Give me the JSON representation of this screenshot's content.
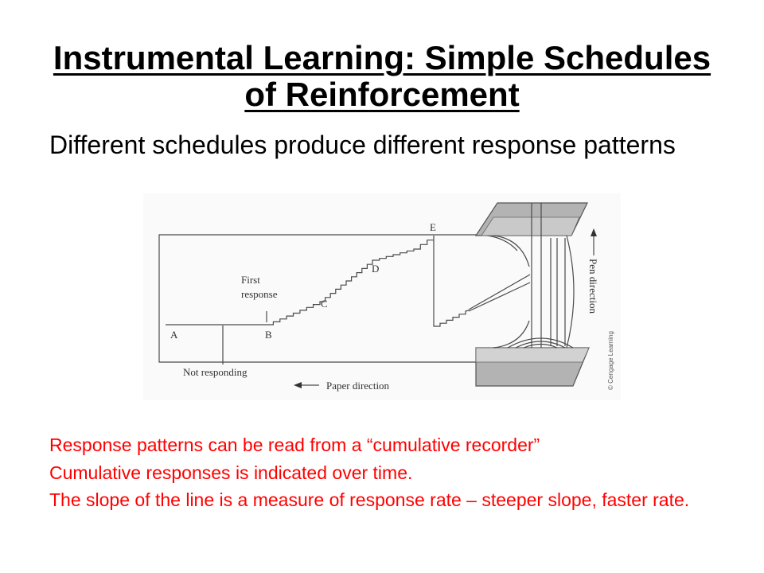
{
  "slide": {
    "title": "Instrumental Learning: Simple Schedules of Reinforcement",
    "subtitle": "Different schedules produce different response patterns",
    "notes": [
      "Response patterns can be read from a “cumulative recorder”",
      "Cumulative responses is indicated over time.",
      "The slope of the line is a measure of response rate – steeper slope, faster rate."
    ]
  },
  "figure": {
    "point_labels": {
      "a": "A",
      "b": "B",
      "c": "C",
      "d": "D",
      "e": "E"
    },
    "first_response": [
      "First",
      "response"
    ],
    "not_responding": "Not responding",
    "paper_direction": "Paper direction",
    "pen_direction": "Pen direction",
    "credit": "© Cengage Learning",
    "icons": [
      "paper-direction-arrow-icon",
      "pen-direction-arrow-icon"
    ]
  },
  "colors": {
    "title": "#000000",
    "notes": "#ff0000",
    "figure_stroke": "#4a4a4a",
    "drum_fill": "#b3b3b3"
  }
}
